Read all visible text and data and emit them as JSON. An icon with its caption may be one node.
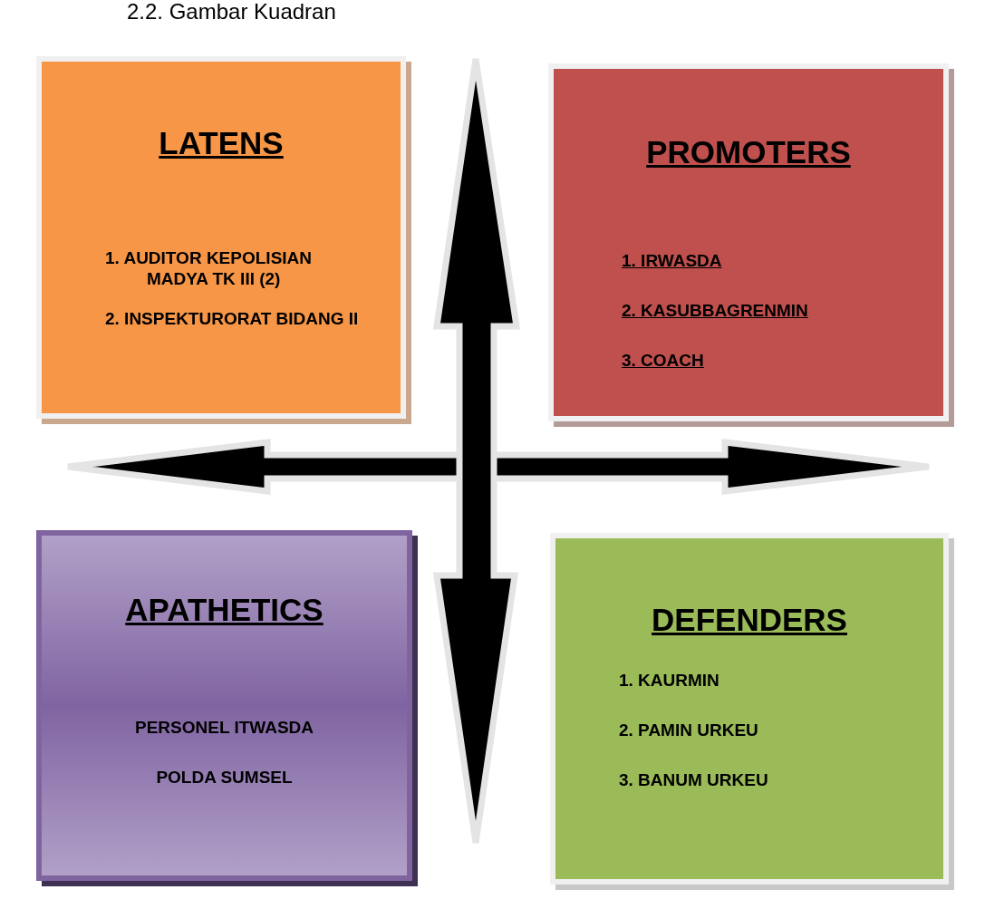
{
  "diagram": {
    "title": "2.2. Gambar Kuadran",
    "nodes": [
      {
        "text": [
          "LATENS",
          "1. AUDITOR KEPOLISIAN MADYA TK III (2)",
          "2. INSPEKTURORAT BIDANG II"
        ]
      },
      {
        "text": [
          "PROMOTERS",
          "1. IRWASDA",
          "2. KASUBBAGRENMIN",
          "3. COACH"
        ]
      },
      {
        "text": [
          "APATHETICS",
          "PERSONEL ITWASDA",
          "POLDA SUMSEL"
        ]
      },
      {
        "text": [
          "DEFENDERS",
          "1. KAURMIN",
          "2. PAMIN URKEU",
          "3. BANUM URKEU"
        ]
      }
    ]
  }
}
